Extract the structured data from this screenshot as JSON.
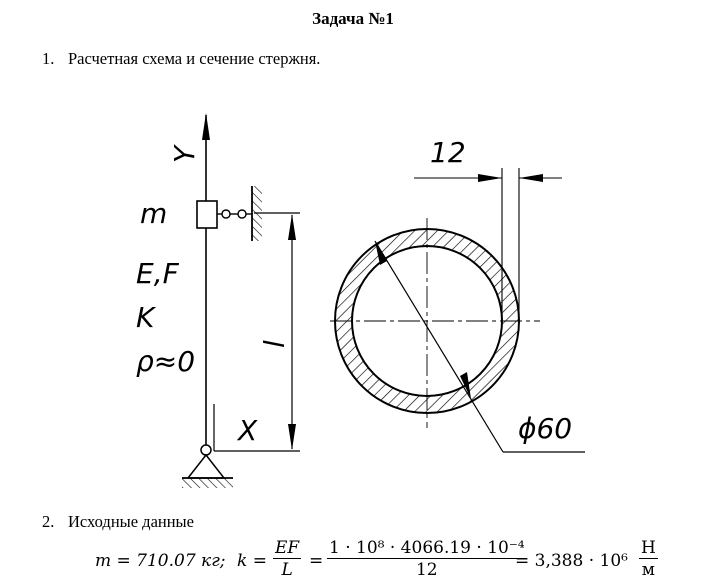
{
  "title": "Задача №1",
  "section1": {
    "number": "1.",
    "text": "Расчетная схема и сечение стержня."
  },
  "section2": {
    "number": "2.",
    "text": "Исходные данные"
  },
  "diagram": {
    "axis_y": "Y",
    "axis_x": "X",
    "mass": "m",
    "stiffness_ef": "E,F",
    "spring_k": "K",
    "density": "ρ≈0",
    "length": "l",
    "thickness_dim": "12",
    "diameter_dim": "ϕ60"
  },
  "formula": {
    "m_part": "m = 710.07 кг;",
    "k_label": "k =",
    "ef_num": "EF",
    "l_den": "L",
    "eq1": "=",
    "val_num": "1 · 10⁸ · 4066.19 · 10⁻⁴",
    "val_den": "12",
    "result": "= 3,388 · 10⁶",
    "unit_num": "Н",
    "unit_den": "м"
  }
}
